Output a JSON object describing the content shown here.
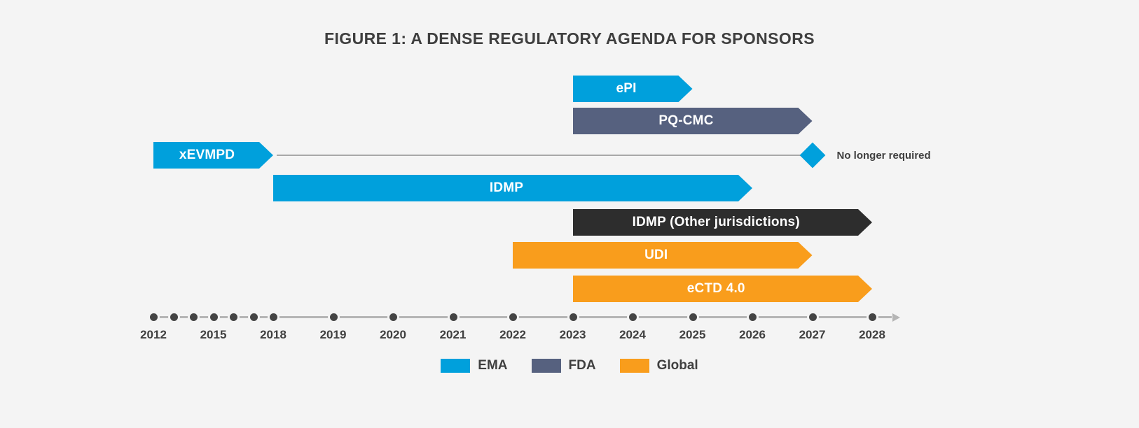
{
  "title": "FIGURE 1: A DENSE REGULATORY AGENDA FOR SPONSORS",
  "colors": {
    "background": "#f4f4f4",
    "ema": "#00a0dc",
    "fda": "#56617f",
    "global": "#f99d1c",
    "other": "#2d2d2d",
    "axis": "#b5b5b5",
    "tick": "#444444",
    "text": "#3f3f3f",
    "continuation_line": "#a8a8a8"
  },
  "chart_data": {
    "type": "bar",
    "title": "FIGURE 1: A DENSE REGULATORY AGENDA FOR SPONSORS",
    "xlabel": "",
    "ylabel": "",
    "grid": false,
    "orientation": "horizontal",
    "note": "Gantt-style regulatory timeline; each bar is an initiative spanning a year range, arrowheads indicate ongoing beyond the end year.",
    "axis": {
      "tick_labels": [
        "2012",
        "2015",
        "2018",
        "2019",
        "2020",
        "2021",
        "2022",
        "2023",
        "2024",
        "2025",
        "2026",
        "2027",
        "2028"
      ],
      "tick_years": [
        2012,
        2015,
        2018,
        2019,
        2020,
        2021,
        2022,
        2023,
        2024,
        2025,
        2026,
        2027,
        2028
      ],
      "unlabeled_tick_years": [
        2013,
        2014,
        2016,
        2017
      ],
      "all_tick_years": [
        2012,
        2013,
        2014,
        2015,
        2016,
        2017,
        2018,
        2019,
        2020,
        2021,
        2022,
        2023,
        2024,
        2025,
        2026,
        2027,
        2028
      ],
      "compressed_range": "2012-2018",
      "arrow_end": true
    },
    "series": [
      {
        "name": "ePI",
        "label": "ePI",
        "group": "EMA",
        "color": "#00a0dc",
        "start_year": 2023,
        "end_year": 2025,
        "ongoing": true,
        "shape": "arrow"
      },
      {
        "name": "PQ-CMC",
        "label": "PQ-CMC",
        "group": "FDA",
        "color": "#56617f",
        "start_year": 2023,
        "end_year": 2027,
        "ongoing": true,
        "shape": "arrow"
      },
      {
        "name": "xEVMPD",
        "label": "xEVMPD",
        "group": "EMA",
        "color": "#00a0dc",
        "start_year": 2012,
        "end_year": 2018,
        "ongoing": false,
        "shape": "arrow",
        "continuation_to_year": 2027,
        "milestone": "No longer required"
      },
      {
        "name": "IDMP",
        "label": "IDMP",
        "group": "EMA",
        "color": "#00a0dc",
        "start_year": 2018,
        "end_year": 2026,
        "ongoing": true,
        "shape": "arrow"
      },
      {
        "name": "IDMP (Other jurisdictions)",
        "label": "IDMP (Other jurisdictions)",
        "group": "Other jurisdictions",
        "color": "#2d2d2d",
        "start_year": 2023,
        "end_year": 2028,
        "ongoing": true,
        "shape": "arrow"
      },
      {
        "name": "UDI",
        "label": "UDI",
        "group": "Global",
        "color": "#f99d1c",
        "start_year": 2022,
        "end_year": 2027,
        "ongoing": true,
        "shape": "arrow"
      },
      {
        "name": "eCTD 4.0",
        "label": "eCTD 4.0",
        "group": "Global",
        "color": "#f99d1c",
        "start_year": 2023,
        "end_year": 2028,
        "ongoing": true,
        "shape": "arrow"
      }
    ],
    "milestones": [
      {
        "label": "No longer required",
        "marker": "diamond",
        "color": "#00a0dc",
        "year": 2027,
        "row": "xEVMPD"
      }
    ],
    "legend": {
      "position": "bottom-center",
      "entries": [
        {
          "label": "EMA",
          "color": "#00a0dc"
        },
        {
          "label": "FDA",
          "color": "#56617f"
        },
        {
          "label": "Global",
          "color": "#f99d1c"
        }
      ]
    }
  }
}
